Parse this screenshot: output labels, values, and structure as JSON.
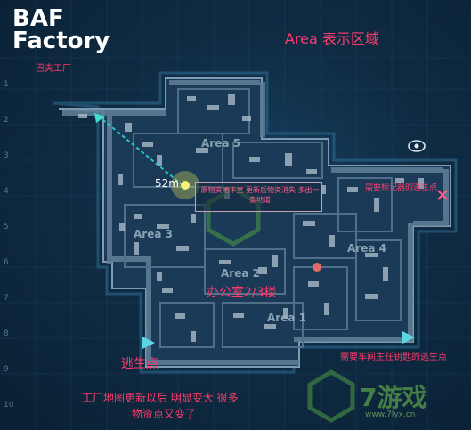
{
  "map": {
    "title_line1": "BAF",
    "title_line2": "Factory",
    "subtitle_cn": "巴夫工厂",
    "row_labels": [
      "1",
      "2",
      "3",
      "4",
      "5",
      "6",
      "7",
      "8",
      "9",
      "10"
    ],
    "area_labels": [
      "Area 5",
      "Area 3",
      "Area 2",
      "Area 4",
      "Area 1"
    ],
    "distance": "52m"
  },
  "annotations": {
    "area_caption": "Area 表示区域",
    "basement_note": "原物资地下室 更新后物资消失 多出一条地道",
    "office_floor": "办公室2/3楼",
    "escape_point": "逃生点",
    "marked_escape": "需要标记器的逃生点",
    "key_escape": "需要车间主任钥匙的逃生点",
    "summary_line1": "工厂地图更新以后 明显变大 很多",
    "summary_line2": "物资点又变了"
  },
  "watermark": {
    "brand": "7游戏",
    "url": "www.7lyx.cn"
  },
  "colors": {
    "background": "#0f2c44",
    "wall": "#1d3f5c",
    "corridor": "#8fa9bf",
    "annotation": "#ff3b6b",
    "player_route": "#27c4c9",
    "objective": "#e2e05a",
    "logo": "#4f8f47"
  },
  "icons": [
    "player-arrow-icon",
    "objective-marker-icon",
    "eye-icon",
    "escape-marker-icon",
    "key-escape-marker-icon",
    "flag-icon"
  ]
}
